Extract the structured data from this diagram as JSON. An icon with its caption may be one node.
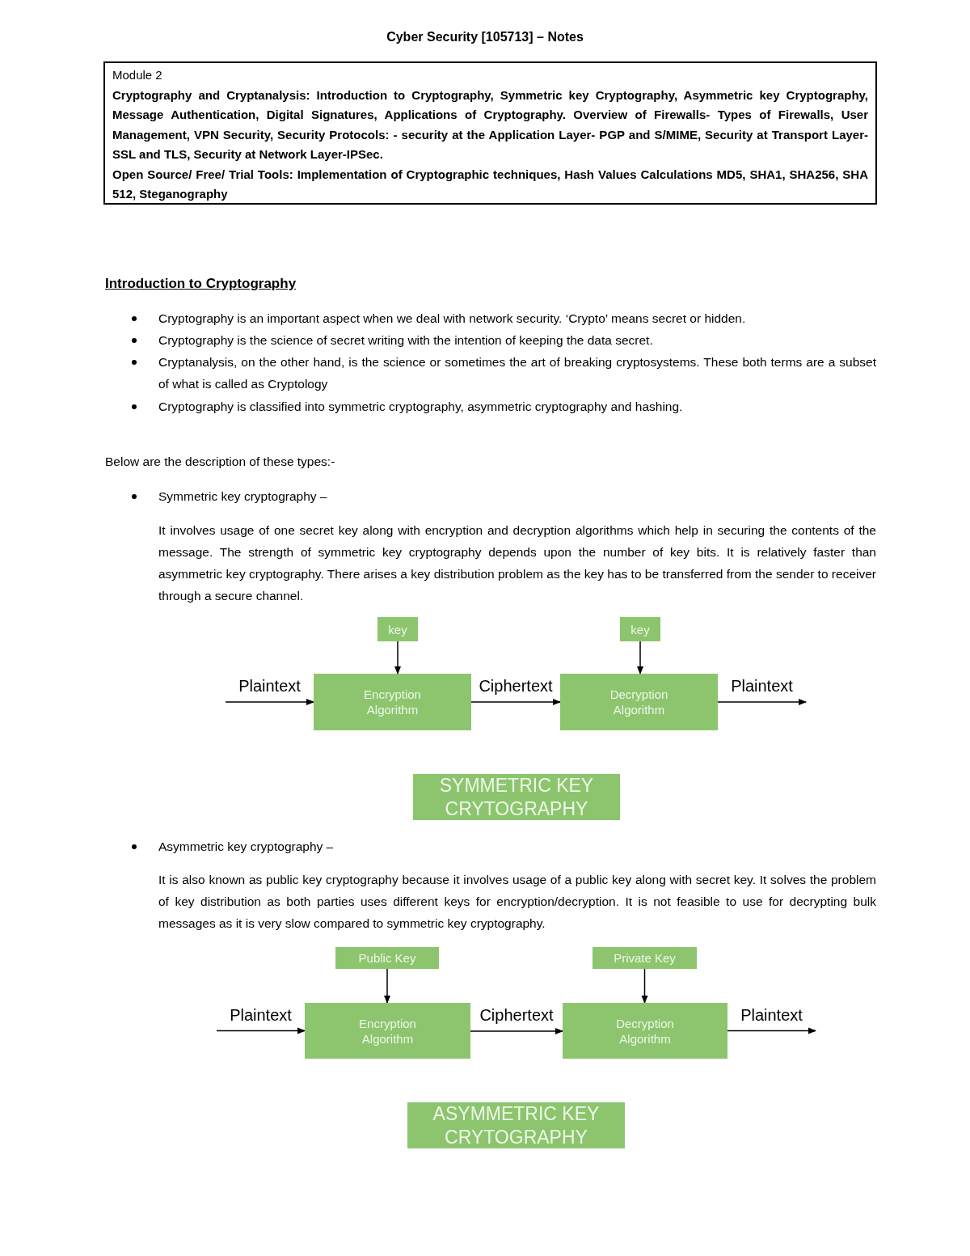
{
  "diagram": {
    "title": "Cyber Security [105713] – Notes",
    "nodes": [
      {
        "text": [
          "Module 2",
          "Cryptography and Cryptanalysis: Introduction to Cryptography, Symmetric key Cryptography, Asymmetric key Cryptography, Message Authentication, Digital Signatures, Applications of Cryptography. Overview of Firewalls- Types of Firewalls, User Management, VPN Security, Security Protocols: - security at the Application Layer- PGP and S/MIME, Security at Transport Layer- SSL and TLS, Security at Network Layer-IPSec.",
          "Open Source/ Free/ Trial Tools: Implementation of Cryptographic techniques, Hash Values Calculations MD5, SHA1, SHA256, SHA 512, Steganography"
        ]
      },
      {
        "text": [
          "key"
        ]
      },
      {
        "text": [
          "Encryption Algorithm"
        ]
      },
      {
        "text": [
          "key"
        ]
      },
      {
        "text": [
          "Decryption Algorithm"
        ]
      },
      {
        "text": [
          "SYMMETRIC KEY CRYTOGRAPHY"
        ]
      },
      {
        "text": [
          "Public Key"
        ]
      },
      {
        "text": [
          "Encryption Algorithm"
        ]
      },
      {
        "text": [
          "Private Key"
        ]
      },
      {
        "text": [
          "Decryption Algorithm"
        ]
      },
      {
        "text": [
          "ASYMMETRIC KEY CRYTOGRAPHY"
        ]
      }
    ],
    "edges": [
      {
        "from": null,
        "to": 2,
        "arrow": "to",
        "label": "Plaintext"
      },
      {
        "from": 1,
        "to": 2,
        "arrow": "to"
      },
      {
        "from": 2,
        "to": 4,
        "arrow": "to",
        "label": "Ciphertext"
      },
      {
        "from": 3,
        "to": 4,
        "arrow": "to"
      },
      {
        "from": 4,
        "to": null,
        "arrow": "to",
        "label": "Plaintext"
      },
      {
        "from": null,
        "to": 7,
        "arrow": "to",
        "label": "Plaintext"
      },
      {
        "from": 6,
        "to": 7,
        "arrow": "to"
      },
      {
        "from": 7,
        "to": 9,
        "arrow": "to",
        "label": "Ciphertext"
      },
      {
        "from": 8,
        "to": 9,
        "arrow": "to"
      },
      {
        "from": 9,
        "to": null,
        "arrow": "to",
        "label": "Plaintext"
      }
    ],
    "labels": [
      "Introduction to Cryptography",
      "Cryptography is an important aspect when we deal with network security. ‘Crypto’ means secret or hidden.",
      "Cryptography is the science of secret writing with the intention of keeping the data secret.",
      "Cryptanalysis, on the other hand, is the science or sometimes the art of breaking cryptosystems. These both terms are a subset of what is called as Cryptology",
      "Cryptography is classified into symmetric cryptography, asymmetric cryptography and hashing.",
      "Below are the description of these types:-",
      "Symmetric key cryptography –",
      "It involves usage of one secret key along with encryption and decryption algorithms which help in securing the contents of the message. The strength of symmetric key cryptography depends upon the number of key bits. It is relatively faster than asymmetric key cryptography. There arises a key distribution problem as the key has to be transferred from the sender to receiver through a secure channel.",
      "Asymmetric key cryptography –",
      "It is also known as public key cryptography because it involves usage of a public key along with secret key. It solves the problem of key distribution as both parties uses different keys for encryption/decryption. It is not feasible to use for decrypting bulk messages as it is very slow compared to symmetric key cryptography."
    ]
  }
}
